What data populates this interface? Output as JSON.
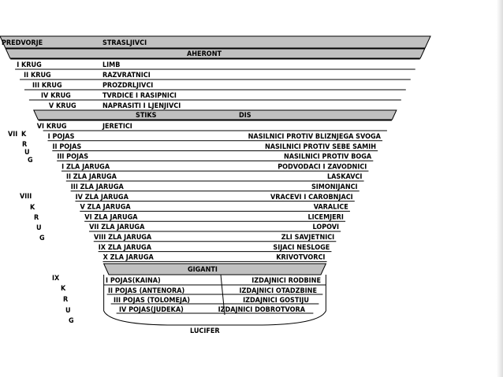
{
  "labels": {
    "predvorje": "PREDVORJE",
    "strasljivci": "STRASLJIVCI",
    "aheront": "AHERONT",
    "stiks": "STIKS",
    "dis": "DIS",
    "giganti": "GIGANTI",
    "lucifer": "LUCIFER"
  },
  "upper_rows": [
    {
      "circle": "I KRUG",
      "sin": "LIMB"
    },
    {
      "circle": "II KRUG",
      "sin": "RAZVRATNICI"
    },
    {
      "circle": "III KRUG",
      "sin": "PROZDRLJIVCI"
    },
    {
      "circle": "IV KRUG",
      "sin": "TVRDICE I RASIPNICI"
    },
    {
      "circle": "V KRUG",
      "sin": "NAPRASITI I LJENJIVCI"
    }
  ],
  "sixth_row": {
    "circle": "VI KRUG",
    "sin": "JERETICI"
  },
  "seventh_rows": [
    {
      "left": "I POJAS",
      "right": "NASILNICI PROTIV BLIZNJEGA SVOGA"
    },
    {
      "left": "II POJAS",
      "right": "NASILNICI PROTIV SEBE SAMIH"
    },
    {
      "left": "III POJAS",
      "right": "NASILNICI PROTIV BOGA"
    }
  ],
  "eighth_rows": [
    {
      "left": "I ZLA JARUGA",
      "right": "PODVODACI I ZAVODNICI"
    },
    {
      "left": "II ZLA JARUGA",
      "right": "LASKAVCI"
    },
    {
      "left": "III ZLA JARUGA",
      "right": "SIMONIJANCI"
    },
    {
      "left": "IV ZLA JARUGA",
      "right": "VRACEVI I CAROBNJACI"
    },
    {
      "left": "V ZLA JARUGA",
      "right": "VARALICE"
    },
    {
      "left": "VI ZLA JARUGA",
      "right": "LICEMJERI"
    },
    {
      "left": "VII ZLA JARUGA",
      "right": "LOPOVI"
    },
    {
      "left": "VIII ZLA JARUGA",
      "right": "ZLI SAVJETNICI"
    },
    {
      "left": "IX ZLA JARUGA",
      "right": "SIJACI NESLOGE"
    },
    {
      "left": "X ZLA JARUGA",
      "right": "KRIVOTVORCI"
    }
  ],
  "ninth_rows": [
    {
      "left": "I POJAS(KAINA)",
      "right": "IZDAJNICI RODBINE"
    },
    {
      "left": "II POJAS (ANTENORA)",
      "right": "IZDAJNICI OTADZBINE"
    },
    {
      "left": "III POJAS (TOLOMEJA)",
      "right": "IZDAJNICI GOSTIJU"
    },
    {
      "left": "IV POJAS(JUDEKA)",
      "right": "IZDAJNICI DOBROTVORA"
    }
  ],
  "vertical_labels": {
    "seventh_numeral": "VII",
    "seventh_letters": [
      "K",
      "R",
      "U",
      "G"
    ],
    "eighth_numeral": "VIII",
    "eighth_letters": [
      "K",
      "R",
      "U",
      "G"
    ],
    "ninth_numeral": "IX",
    "ninth_letters": [
      "K",
      "R",
      "U",
      "G"
    ]
  },
  "colors": {
    "gray_band": "#c0c0c0",
    "line": "#000000",
    "background": "#ffffff"
  }
}
